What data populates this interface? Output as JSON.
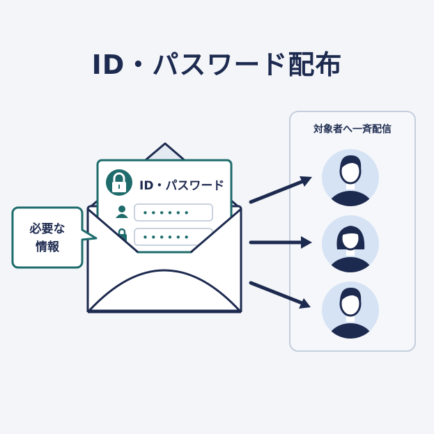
{
  "title": "ID・パスワード配布",
  "card": {
    "label": "ID・パスワード",
    "id_mask": "••••••",
    "password_mask": "••••••"
  },
  "callout": {
    "line1": "必要な",
    "line2": "情報"
  },
  "recipients": {
    "title": "対象者へ一斉配信"
  },
  "icons": [
    "padlock-icon",
    "user-icon",
    "lock-icon",
    "envelope-icon",
    "arrow-icon",
    "person-avatar-icon"
  ],
  "colors": {
    "navy": "#1d2a4f",
    "teal": "#1e6b6c",
    "avatar_bg": "#d6e3f5",
    "panel_border": "#c5cede"
  }
}
